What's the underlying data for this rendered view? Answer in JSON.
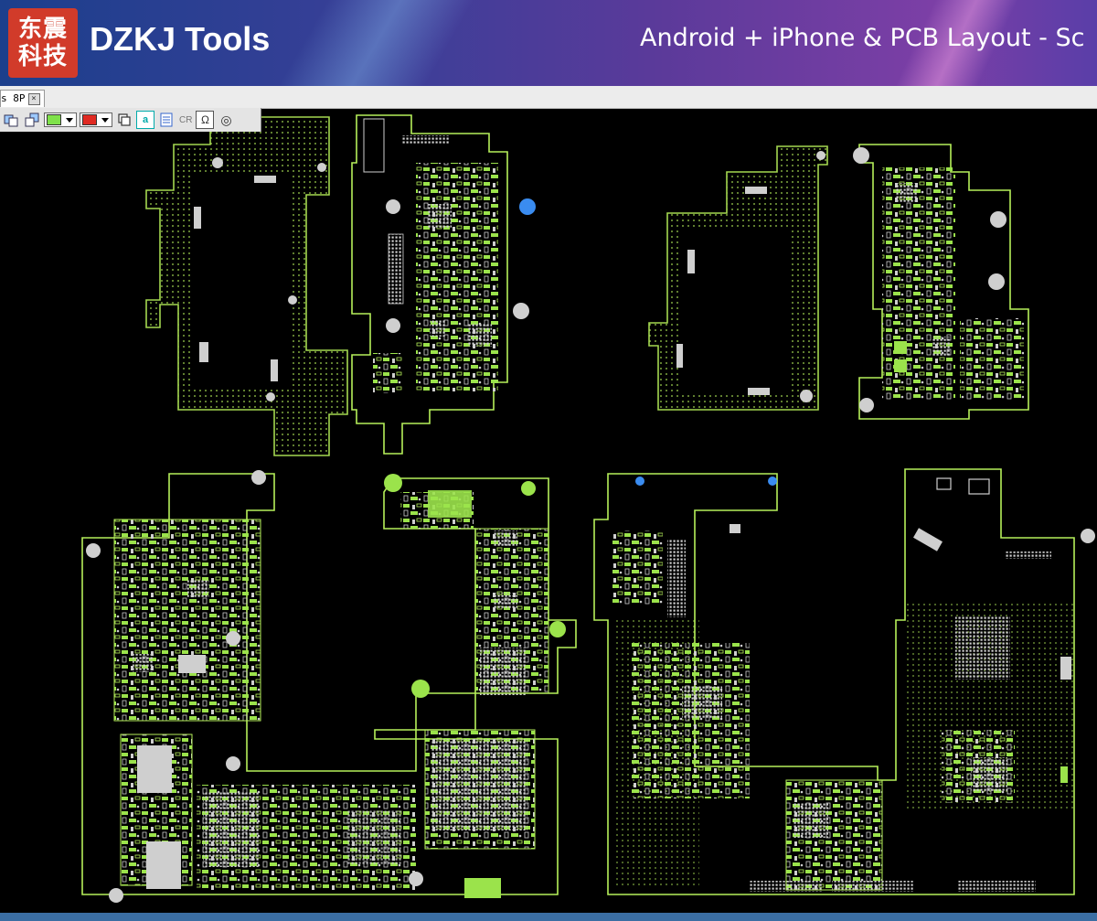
{
  "banner": {
    "logo_line1": "东震",
    "logo_line2": "科技",
    "brand": "DZKJ Tools",
    "subtitle": "Android + iPhone & PCB Layout - Sc"
  },
  "tabs": [
    {
      "label": "s 8P",
      "close_icon": "close-icon"
    }
  ],
  "toolbar": {
    "items": [
      {
        "name": "layer-flip-icon"
      },
      {
        "name": "layer-swap-icon"
      },
      {
        "name": "outline-color-picker",
        "color": "#7fe14a"
      },
      {
        "name": "fill-color-picker",
        "color": "#e02a22"
      },
      {
        "name": "copy-icon"
      },
      {
        "name": "text-a-icon",
        "label": "a"
      },
      {
        "name": "list-icon"
      },
      {
        "name": "cr-label",
        "label": "CR"
      },
      {
        "name": "ohm-icon",
        "label": "Ω"
      },
      {
        "name": "rotate-icon",
        "label": "◎"
      }
    ]
  },
  "colors": {
    "board_outline": "#b6f05a",
    "component_fill": "#9be34b",
    "component_gray": "#cfcfcf",
    "background": "#000000",
    "marker_blue": "#3a8cf0"
  }
}
